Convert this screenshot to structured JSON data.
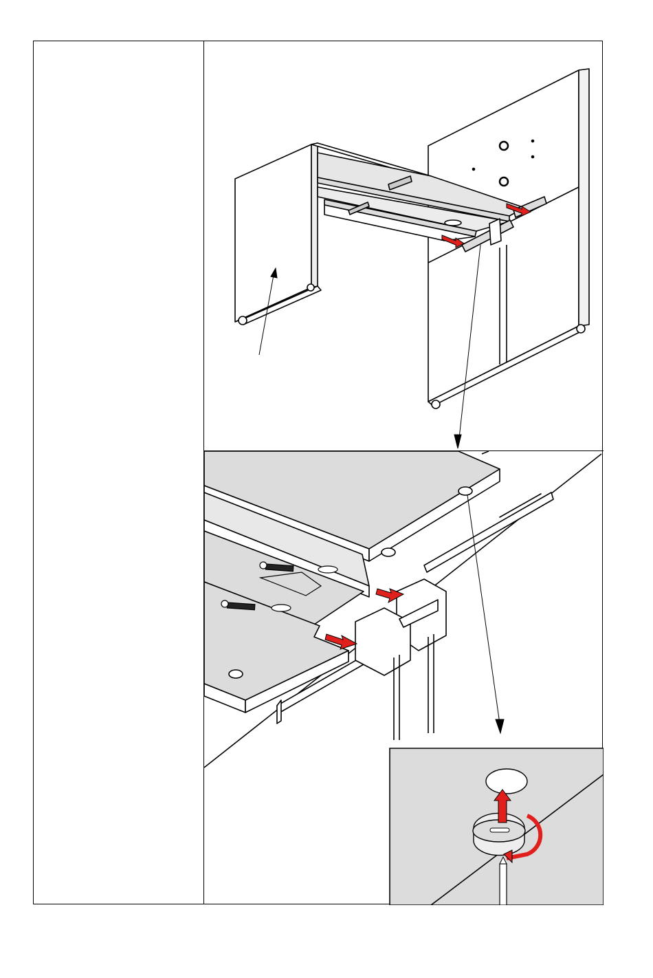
{
  "document": {
    "kind": "assembly-instruction-sheet",
    "step_text": "",
    "colors": {
      "line": "#000000",
      "panel_fill": "#ffffff",
      "shade_fill": "#dcdcdc",
      "arrow_red": "#e0201c"
    },
    "illustrations": [
      {
        "name": "overview-cabinet-frame"
      },
      {
        "name": "detail-rail-connection"
      },
      {
        "name": "detail-cam-lock"
      }
    ]
  }
}
